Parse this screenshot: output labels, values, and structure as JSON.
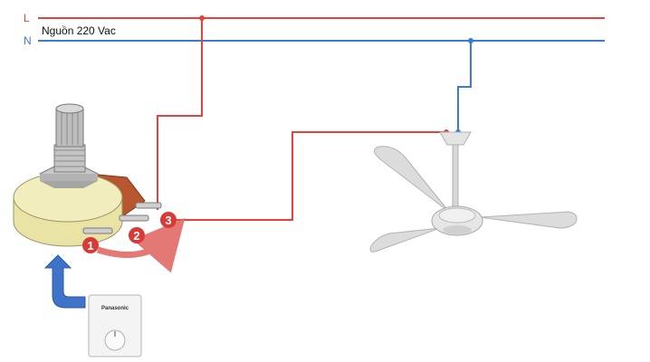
{
  "lines": {
    "live": {
      "label": "L",
      "color": "#e8413c"
    },
    "neutral": {
      "label": "N",
      "color": "#3a7bd5"
    },
    "source_label": "Nguồn 220 Vac"
  },
  "terminals": [
    {
      "number": "1",
      "color": "#d93a36"
    },
    {
      "number": "2",
      "color": "#d93a36"
    },
    {
      "number": "3",
      "color": "#d93a36"
    }
  ],
  "switch_brand": "Panasonic",
  "colors": {
    "pot_body": "#e9e3a6",
    "pot_base": "#b8572f",
    "shaft": "#b9b9b9",
    "fan": "#dcdcdc",
    "arrow_blue": "#3e73c8",
    "arrow_red": "#e06a66"
  }
}
